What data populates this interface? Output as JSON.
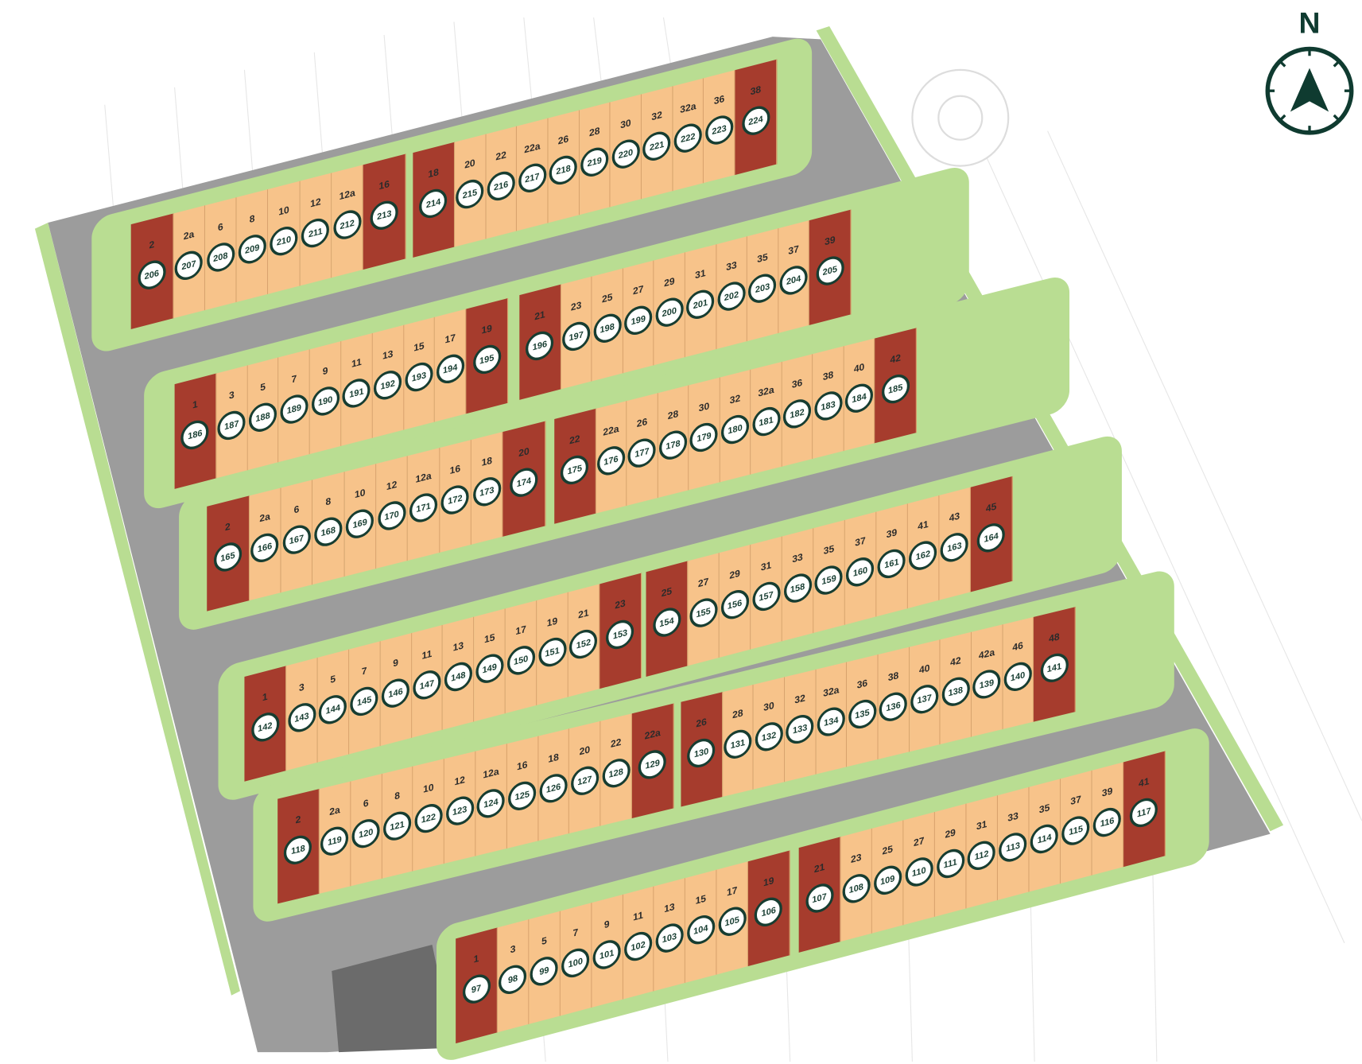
{
  "compass": {
    "label": "N",
    "color": "#0f3b30"
  },
  "colors": {
    "lot": "#f7c38a",
    "corner_lot": "#a63c2d",
    "green": "#b9dd92",
    "road": "#9c9c9c",
    "plot_badge": "#173d31"
  },
  "rows": [
    {
      "id": "A1",
      "lots": [
        {
          "house": "2",
          "plot": "206",
          "corner": true
        },
        {
          "house": "2a",
          "plot": "207"
        },
        {
          "house": "6",
          "plot": "208"
        },
        {
          "house": "8",
          "plot": "209"
        },
        {
          "house": "10",
          "plot": "210"
        },
        {
          "house": "12",
          "plot": "211"
        },
        {
          "house": "12a",
          "plot": "212"
        },
        {
          "house": "16",
          "plot": "213",
          "corner": true
        }
      ]
    },
    {
      "id": "A2",
      "lots": [
        {
          "house": "18",
          "plot": "214",
          "corner": true
        },
        {
          "house": "20",
          "plot": "215"
        },
        {
          "house": "22",
          "plot": "216"
        },
        {
          "house": "22a",
          "plot": "217"
        },
        {
          "house": "26",
          "plot": "218"
        },
        {
          "house": "28",
          "plot": "219"
        },
        {
          "house": "30",
          "plot": "220"
        },
        {
          "house": "32",
          "plot": "221"
        },
        {
          "house": "32a",
          "plot": "222"
        },
        {
          "house": "36",
          "plot": "223"
        },
        {
          "house": "38",
          "plot": "224",
          "corner": true
        }
      ]
    },
    {
      "id": "B1",
      "lots": [
        {
          "house": "1",
          "plot": "186",
          "corner": true
        },
        {
          "house": "3",
          "plot": "187"
        },
        {
          "house": "5",
          "plot": "188"
        },
        {
          "house": "7",
          "plot": "189"
        },
        {
          "house": "9",
          "plot": "190"
        },
        {
          "house": "11",
          "plot": "191"
        },
        {
          "house": "13",
          "plot": "192"
        },
        {
          "house": "15",
          "plot": "193"
        },
        {
          "house": "17",
          "plot": "194"
        },
        {
          "house": "19",
          "plot": "195",
          "corner": true
        }
      ]
    },
    {
      "id": "B2",
      "lots": [
        {
          "house": "21",
          "plot": "196",
          "corner": true
        },
        {
          "house": "23",
          "plot": "197"
        },
        {
          "house": "25",
          "plot": "198"
        },
        {
          "house": "27",
          "plot": "199"
        },
        {
          "house": "29",
          "plot": "200"
        },
        {
          "house": "31",
          "plot": "201"
        },
        {
          "house": "33",
          "plot": "202"
        },
        {
          "house": "35",
          "plot": "203"
        },
        {
          "house": "37",
          "plot": "204"
        },
        {
          "house": "39",
          "plot": "205",
          "corner": true
        }
      ]
    },
    {
      "id": "C1",
      "lots": [
        {
          "house": "2",
          "plot": "165",
          "corner": true
        },
        {
          "house": "2a",
          "plot": "166"
        },
        {
          "house": "6",
          "plot": "167"
        },
        {
          "house": "8",
          "plot": "168"
        },
        {
          "house": "10",
          "plot": "169"
        },
        {
          "house": "12",
          "plot": "170"
        },
        {
          "house": "12a",
          "plot": "171"
        },
        {
          "house": "16",
          "plot": "172"
        },
        {
          "house": "18",
          "plot": "173"
        },
        {
          "house": "20",
          "plot": "174",
          "corner": true
        }
      ]
    },
    {
      "id": "C2",
      "lots": [
        {
          "house": "22",
          "plot": "175",
          "corner": true
        },
        {
          "house": "22a",
          "plot": "176"
        },
        {
          "house": "26",
          "plot": "177"
        },
        {
          "house": "28",
          "plot": "178"
        },
        {
          "house": "30",
          "plot": "179"
        },
        {
          "house": "32",
          "plot": "180"
        },
        {
          "house": "32a",
          "plot": "181"
        },
        {
          "house": "36",
          "plot": "182"
        },
        {
          "house": "38",
          "plot": "183"
        },
        {
          "house": "40",
          "plot": "184"
        },
        {
          "house": "42",
          "plot": "185",
          "corner": true
        }
      ]
    },
    {
      "id": "D1",
      "lots": [
        {
          "house": "1",
          "plot": "142",
          "corner": true
        },
        {
          "house": "3",
          "plot": "143"
        },
        {
          "house": "5",
          "plot": "144"
        },
        {
          "house": "7",
          "plot": "145"
        },
        {
          "house": "9",
          "plot": "146"
        },
        {
          "house": "11",
          "plot": "147"
        },
        {
          "house": "13",
          "plot": "148"
        },
        {
          "house": "15",
          "plot": "149"
        },
        {
          "house": "17",
          "plot": "150"
        },
        {
          "house": "19",
          "plot": "151"
        },
        {
          "house": "21",
          "plot": "152"
        },
        {
          "house": "23",
          "plot": "153",
          "corner": true
        }
      ]
    },
    {
      "id": "D2",
      "lots": [
        {
          "house": "25",
          "plot": "154",
          "corner": true
        },
        {
          "house": "27",
          "plot": "155"
        },
        {
          "house": "29",
          "plot": "156"
        },
        {
          "house": "31",
          "plot": "157"
        },
        {
          "house": "33",
          "plot": "158"
        },
        {
          "house": "35",
          "plot": "159"
        },
        {
          "house": "37",
          "plot": "160"
        },
        {
          "house": "39",
          "plot": "161"
        },
        {
          "house": "41",
          "plot": "162"
        },
        {
          "house": "43",
          "plot": "163"
        },
        {
          "house": "45",
          "plot": "164",
          "corner": true
        }
      ]
    },
    {
      "id": "E1",
      "lots": [
        {
          "house": "2",
          "plot": "118",
          "corner": true
        },
        {
          "house": "2a",
          "plot": "119"
        },
        {
          "house": "6",
          "plot": "120"
        },
        {
          "house": "8",
          "plot": "121"
        },
        {
          "house": "10",
          "plot": "122"
        },
        {
          "house": "12",
          "plot": "123"
        },
        {
          "house": "12a",
          "plot": "124"
        },
        {
          "house": "16",
          "plot": "125"
        },
        {
          "house": "18",
          "plot": "126"
        },
        {
          "house": "20",
          "plot": "127"
        },
        {
          "house": "22",
          "plot": "128"
        },
        {
          "house": "22a",
          "plot": "129",
          "corner": true
        }
      ]
    },
    {
      "id": "E2",
      "lots": [
        {
          "house": "26",
          "plot": "130",
          "corner": true
        },
        {
          "house": "28",
          "plot": "131"
        },
        {
          "house": "30",
          "plot": "132"
        },
        {
          "house": "32",
          "plot": "133"
        },
        {
          "house": "32a",
          "plot": "134"
        },
        {
          "house": "36",
          "plot": "135"
        },
        {
          "house": "38",
          "plot": "136"
        },
        {
          "house": "40",
          "plot": "137"
        },
        {
          "house": "42",
          "plot": "138"
        },
        {
          "house": "42a",
          "plot": "139"
        },
        {
          "house": "46",
          "plot": "140"
        },
        {
          "house": "48",
          "plot": "141",
          "corner": true
        }
      ]
    },
    {
      "id": "F1",
      "lots": [
        {
          "house": "1",
          "plot": "97",
          "corner": true
        },
        {
          "house": "3",
          "plot": "98"
        },
        {
          "house": "5",
          "plot": "99"
        },
        {
          "house": "7",
          "plot": "100"
        },
        {
          "house": "9",
          "plot": "101"
        },
        {
          "house": "11",
          "plot": "102"
        },
        {
          "house": "13",
          "plot": "103"
        },
        {
          "house": "15",
          "plot": "104"
        },
        {
          "house": "17",
          "plot": "105"
        },
        {
          "house": "19",
          "plot": "106",
          "corner": true
        }
      ]
    },
    {
      "id": "F2",
      "lots": [
        {
          "house": "21",
          "plot": "107",
          "corner": true
        },
        {
          "house": "23",
          "plot": "108"
        },
        {
          "house": "25",
          "plot": "109"
        },
        {
          "house": "27",
          "plot": "110"
        },
        {
          "house": "29",
          "plot": "111"
        },
        {
          "house": "31",
          "plot": "112"
        },
        {
          "house": "33",
          "plot": "113"
        },
        {
          "house": "35",
          "plot": "114"
        },
        {
          "house": "37",
          "plot": "115"
        },
        {
          "house": "39",
          "plot": "116"
        },
        {
          "house": "41",
          "plot": "117",
          "corner": true
        }
      ]
    }
  ]
}
